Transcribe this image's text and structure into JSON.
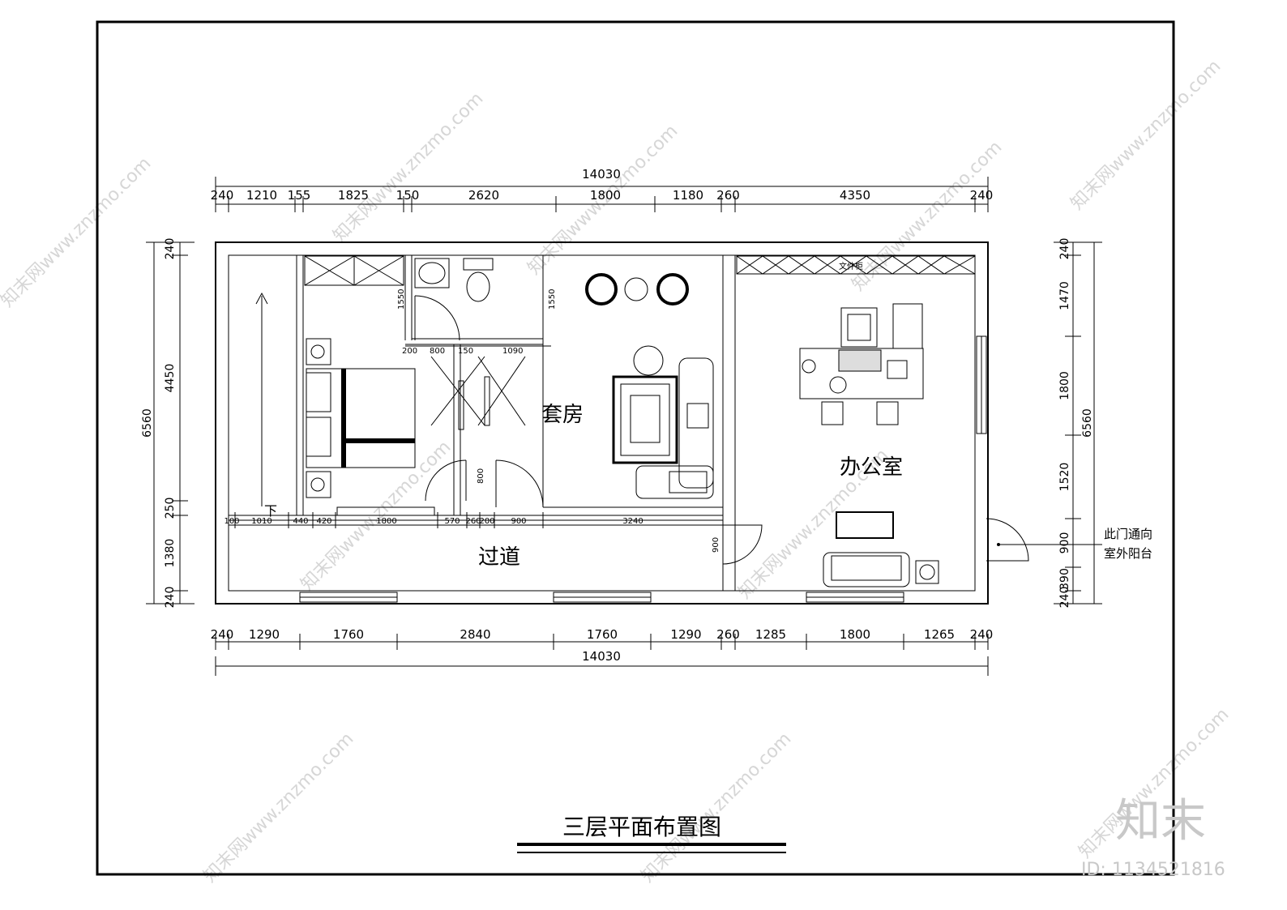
{
  "drawing": {
    "title": "三层平面布置图",
    "rooms": {
      "suite": "套房",
      "office": "办公室",
      "corridor": "过道",
      "stair_down": "下",
      "cabinet": "文件柜"
    },
    "note_line1": "此门通向",
    "note_line2": "室外阳台"
  },
  "dims": {
    "top_total": "14030",
    "top": [
      "240",
      "1210",
      "155",
      "1825",
      "150",
      "2620",
      "1800",
      "1180",
      "260",
      "4350",
      "240"
    ],
    "bottom_total": "14030",
    "bottom": [
      "240",
      "1290",
      "1760",
      "2840",
      "1760",
      "1290",
      "260",
      "1285",
      "1800",
      "1265",
      "240"
    ],
    "left_total": "6560",
    "left": [
      "240",
      "4450",
      "250",
      "1380",
      "240"
    ],
    "right_total": "6560",
    "right": [
      "240",
      "1470",
      "1800",
      "1520",
      "900",
      "390",
      "240"
    ],
    "inner_row": [
      "100",
      "1010",
      "440",
      "420",
      "1800",
      "570",
      "260",
      "200",
      "900",
      "3240"
    ],
    "bath_row": [
      "200",
      "800",
      "150",
      "1090"
    ],
    "bath_height_left": "1550",
    "bath_height_right": "1550",
    "door_800": "800",
    "door_900": "900"
  },
  "watermark": {
    "site": "知末网www.znzmo.com",
    "logo": "知末",
    "id": "ID: 1134521816"
  }
}
